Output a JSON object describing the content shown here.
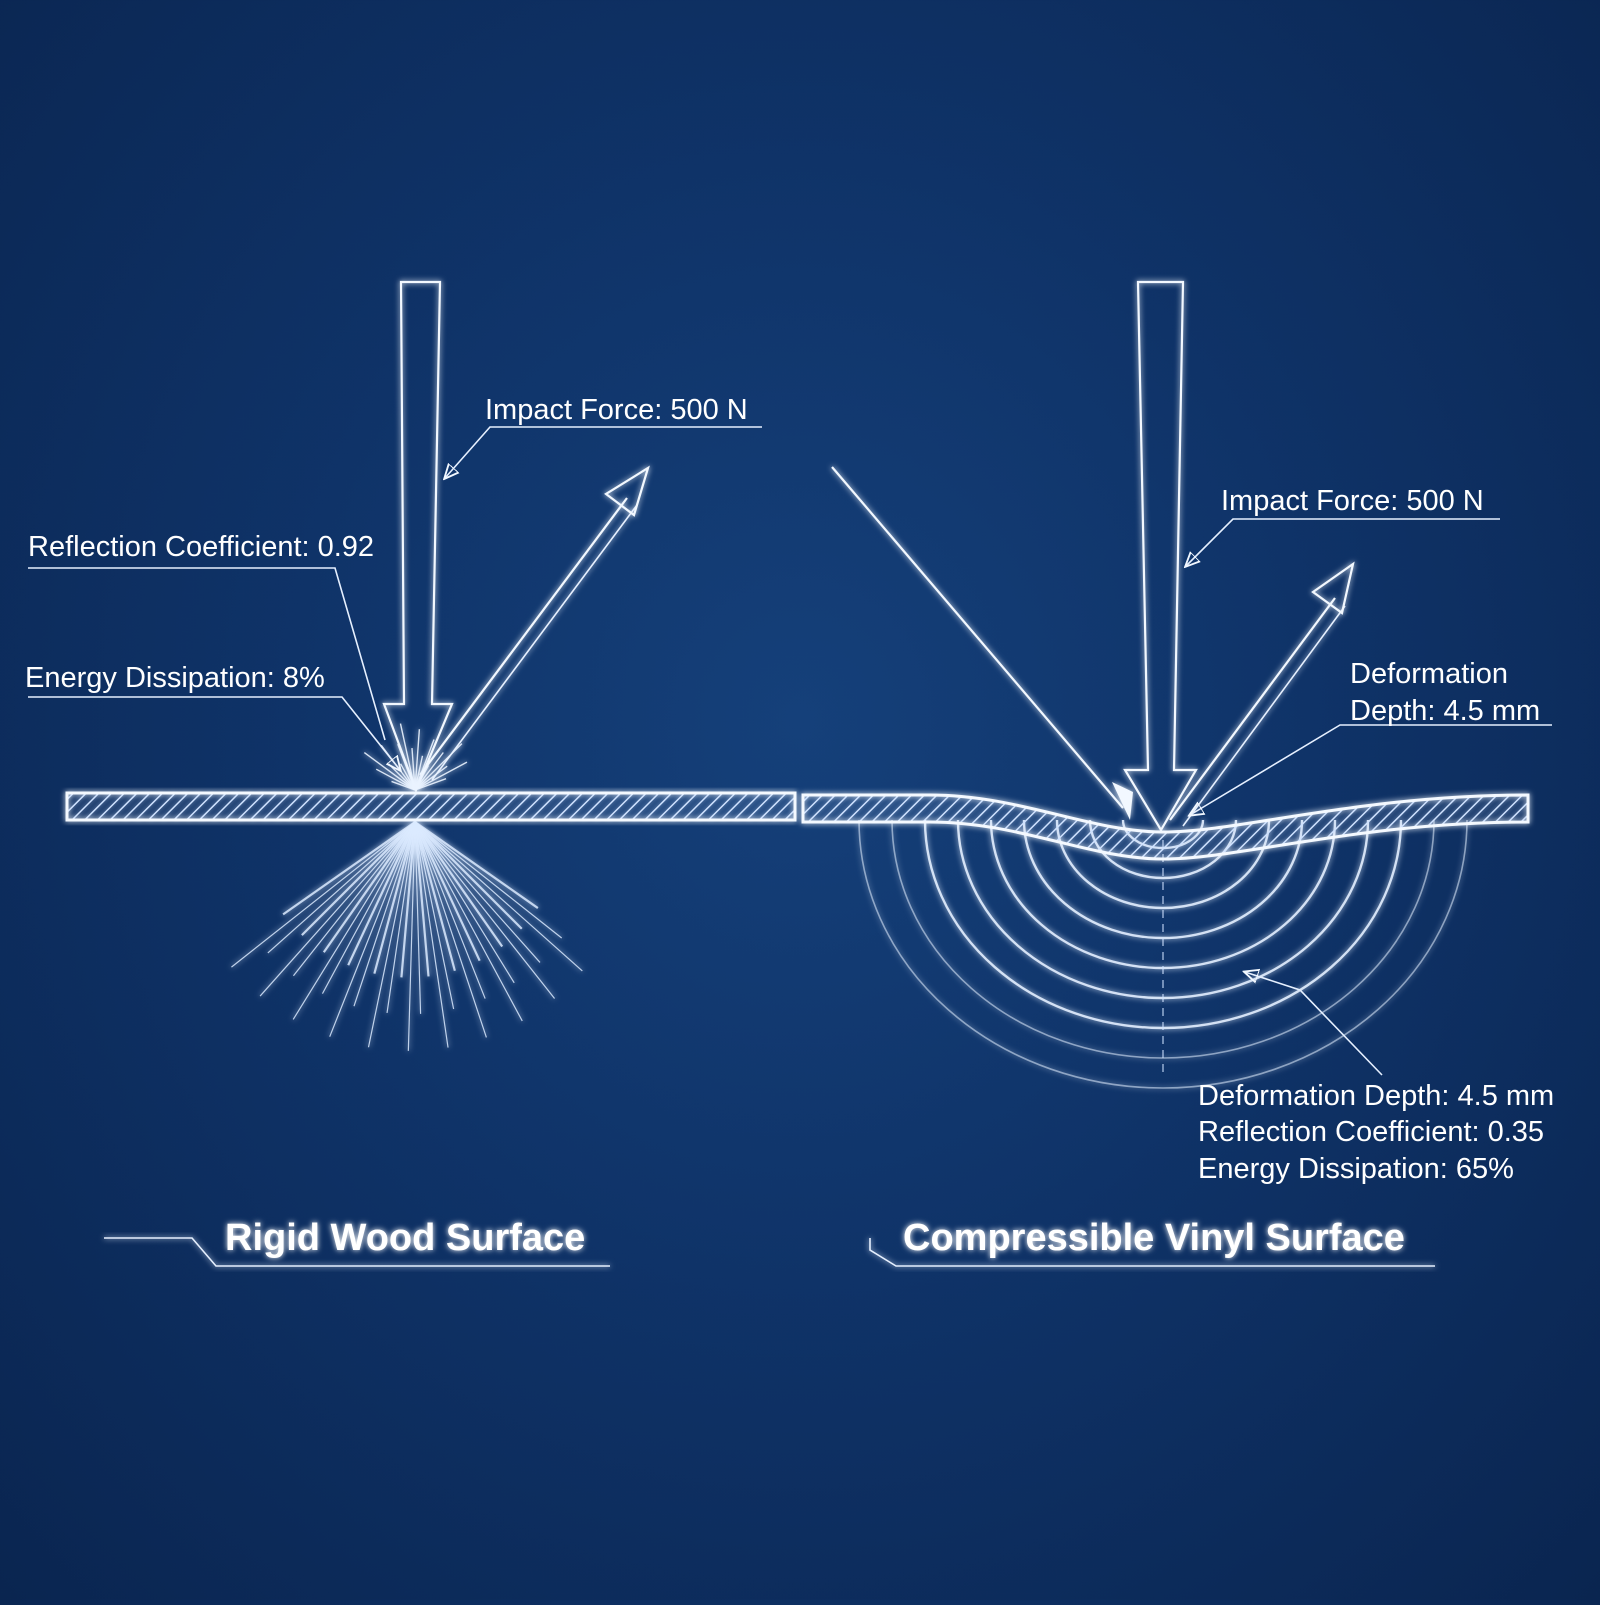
{
  "colors": {
    "background": "#0f3368",
    "line": "#f2f8ff",
    "glow": "#7fb4ff"
  },
  "left": {
    "title": "Rigid Wood Surface",
    "impact_force": "Impact Force: 500 N",
    "reflection": "Reflection Coefficient: 0.92",
    "dissipation": "Energy Dissipation: 8%"
  },
  "right": {
    "title": "Compressible Vinyl Surface",
    "impact_force": "Impact Force: 500 N",
    "deformation_line1": "Deformation",
    "deformation_line2": "Depth: 4.5 mm",
    "stats": [
      "Deformation Depth: 4.5  mm",
      "Reflection Coefficient: 0.35",
      "Energy Dissipation: 65%"
    ]
  }
}
